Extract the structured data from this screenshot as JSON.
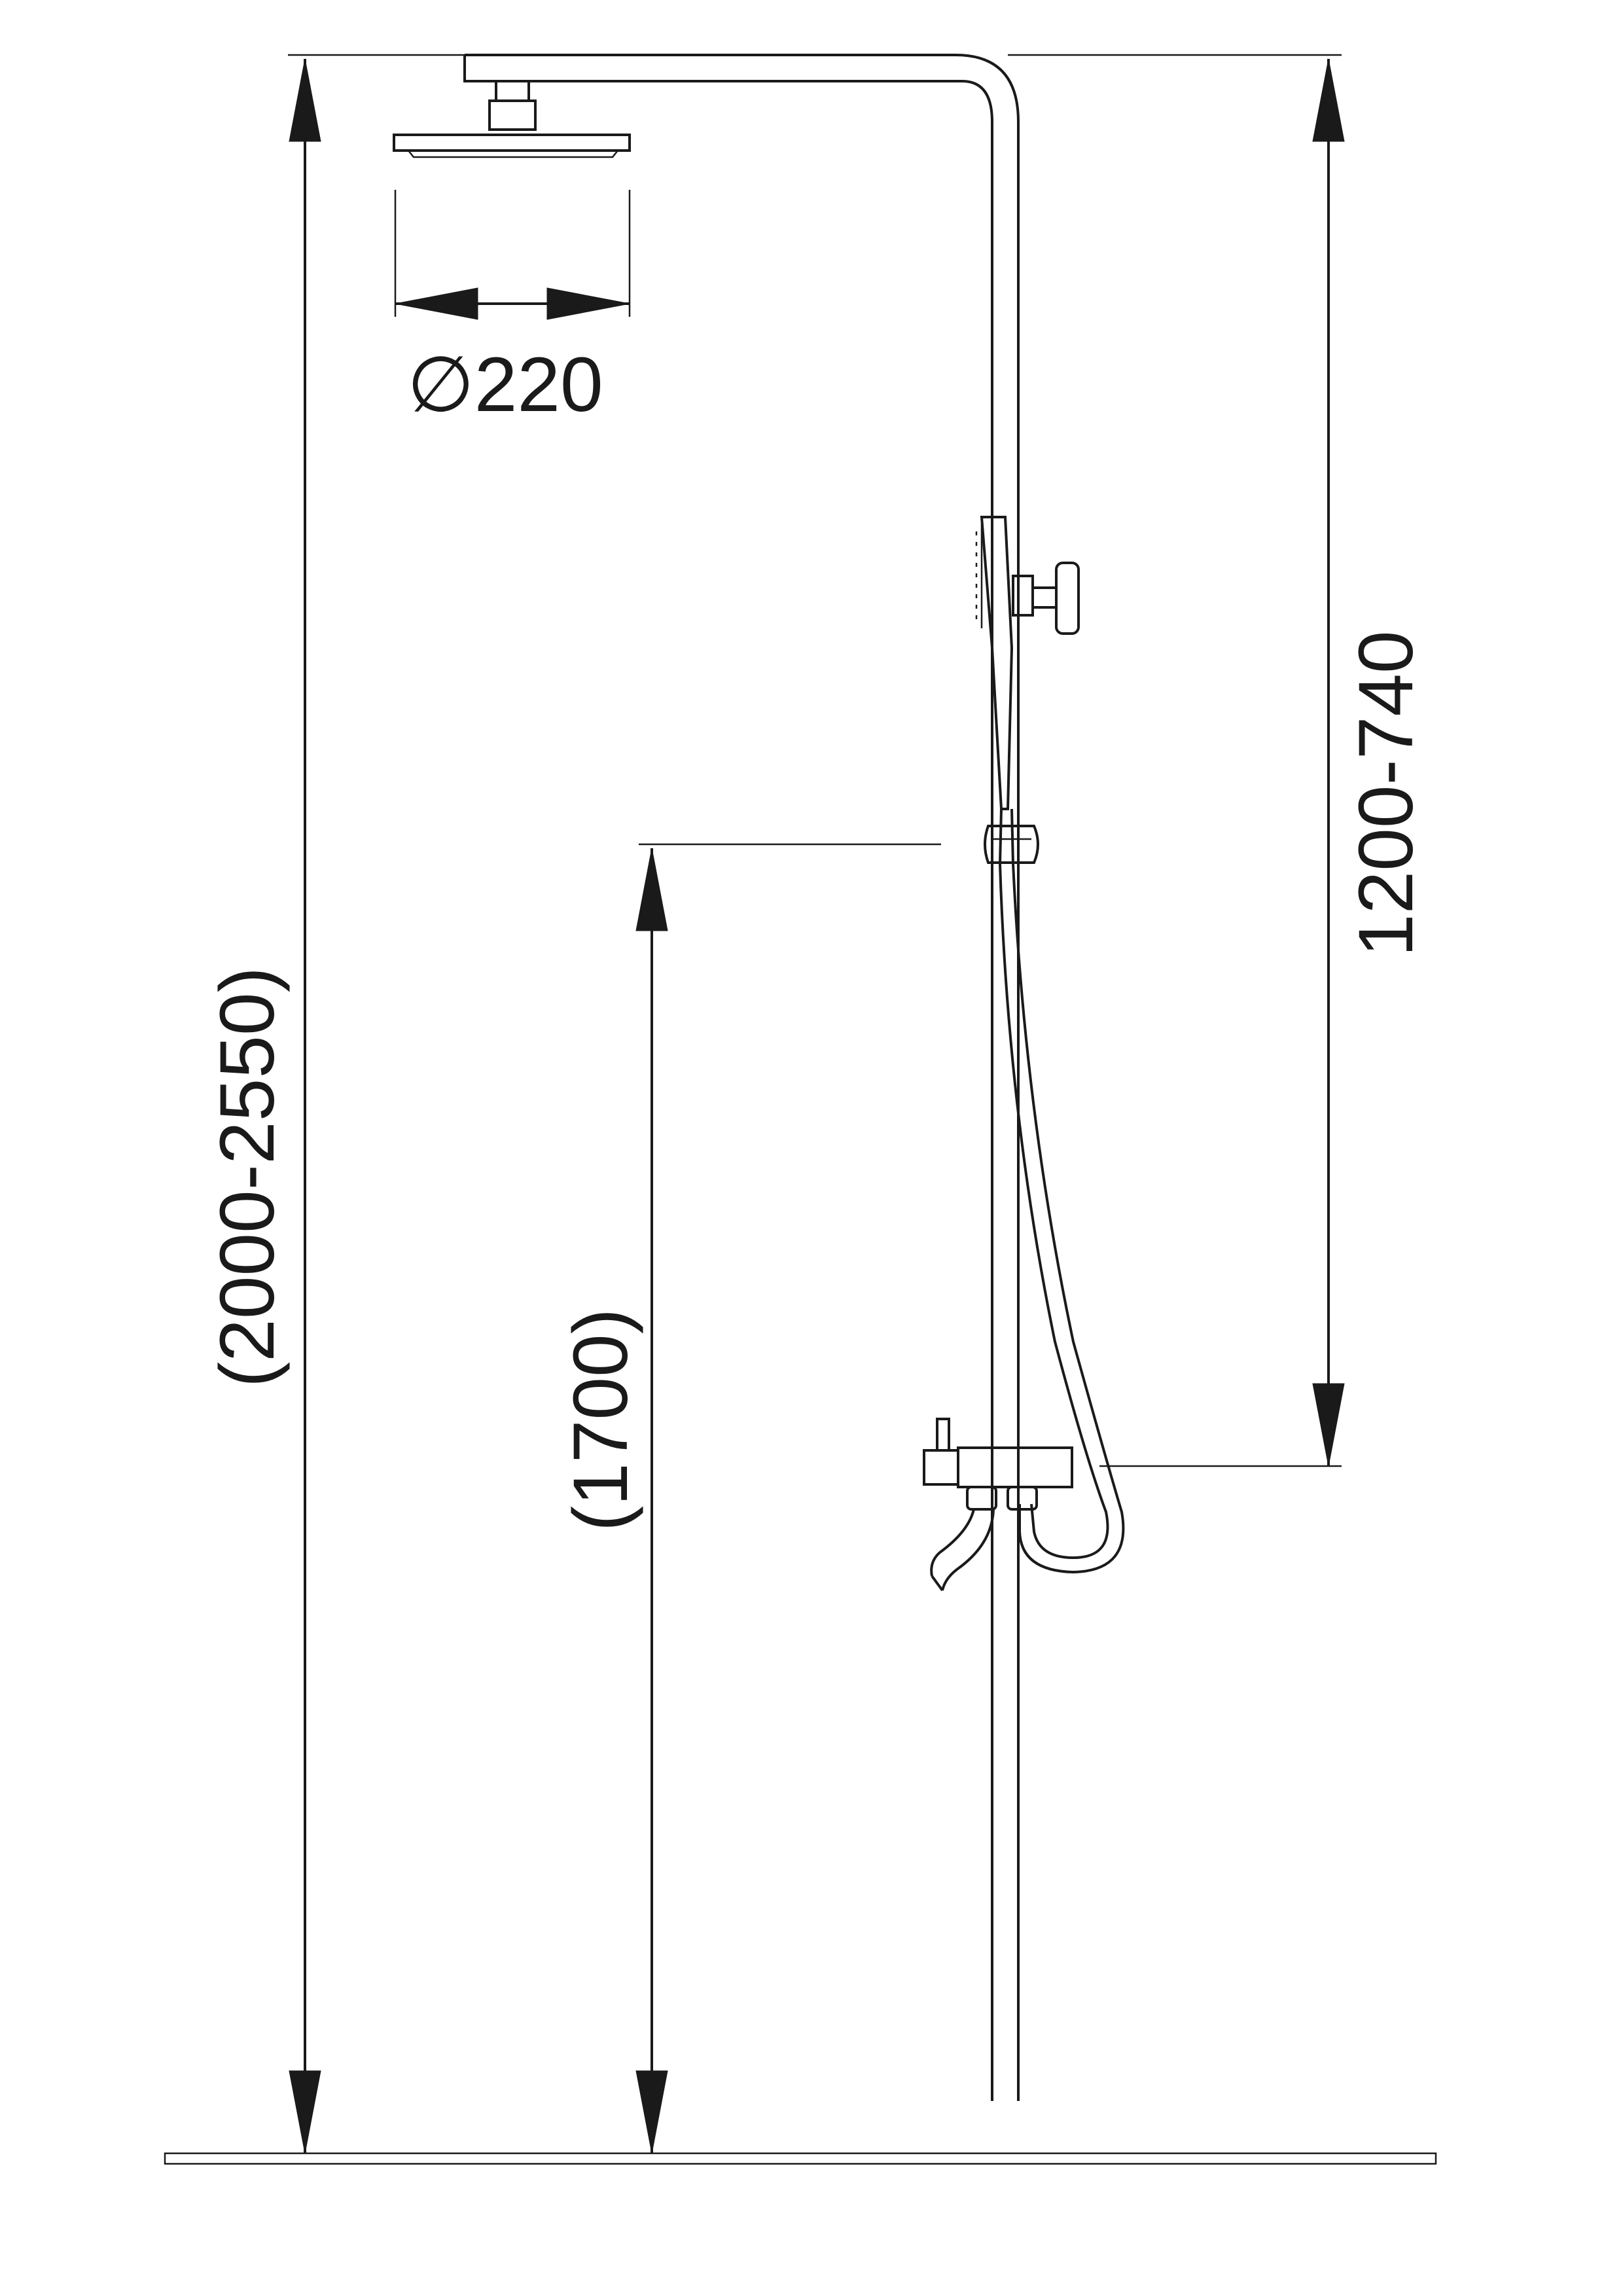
{
  "drawing": {
    "labels": {
      "head_diameter": "∅220",
      "total_height": "(2000-2550)",
      "hand_holder_height": "(1700)",
      "riser_range": "1200-740"
    }
  }
}
